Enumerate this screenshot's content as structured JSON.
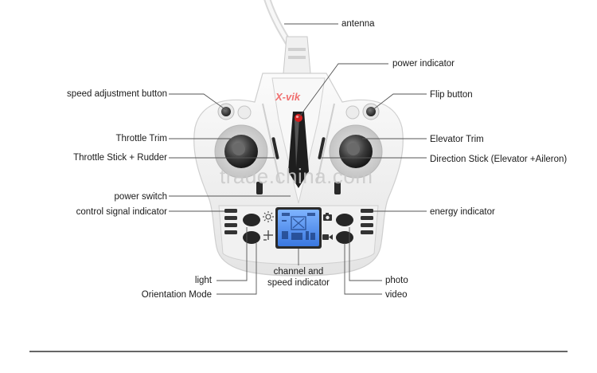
{
  "brand": {
    "logo_text": "X-vik",
    "accent_color": "#e23b3b",
    "body_color": "#f4f4f4"
  },
  "labels": {
    "antenna": "antenna",
    "power_indicator": "power indicator",
    "speed_adjustment_button": "speed adjustment button",
    "flip_button": "Flip button",
    "throttle_trim": "Throttle Trim",
    "elevator_trim": "Elevator Trim",
    "throttle_stick_rudder": "Throttle Stick + Rudder",
    "direction_stick": "Direction Stick (Elevator +Aileron)",
    "power_switch": "power switch",
    "control_signal_indicator": "control signal indicator",
    "energy_indicator": "energy indicator",
    "light": "light",
    "orientation_mode": "Orientation Mode",
    "channel_speed_line1": "channel and",
    "channel_speed_line2": "speed indicator",
    "photo": "photo",
    "video": "video"
  },
  "watermark": "trade.china.com",
  "icons": {
    "light": "sun-icon",
    "orientation": "crosshair-icon",
    "photo": "camera-icon",
    "video": "video-camera-icon"
  }
}
